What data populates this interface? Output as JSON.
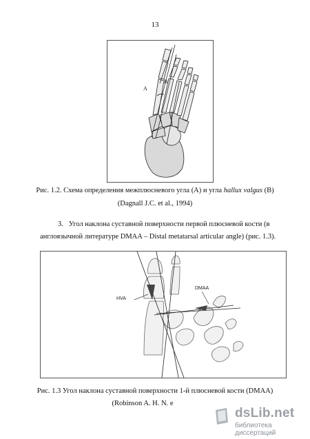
{
  "page": {
    "number": "13"
  },
  "figure1": {
    "marker_a": "A",
    "marker_b": "B",
    "caption_prefix": "Рис. 1.2. Схема определения межплюсневого угла (A) и угла ",
    "caption_italic": "hallux valgus",
    "caption_suffix": " (B)",
    "source": "(Dagnall J.C. et al., 1994)"
  },
  "section": {
    "number": "3.",
    "line1_text": "Угол наклона суставной поверхности первой плюсневой кости (в",
    "line2": "англоязычной литературе DMAA – Distal metatarsal articular angle) (рис. 1.3)."
  },
  "figure2": {
    "label_hva": "HVA",
    "label_dmaa": "DMAA",
    "caption": "Рис. 1.3 Угол наклона суставной поверхности 1-й плюсневой кости (DMAA)",
    "source": "(Robinson A. H. N. e"
  },
  "watermark": {
    "title": "dsLib.net",
    "subtitle": "библиотека диссертаций"
  }
}
